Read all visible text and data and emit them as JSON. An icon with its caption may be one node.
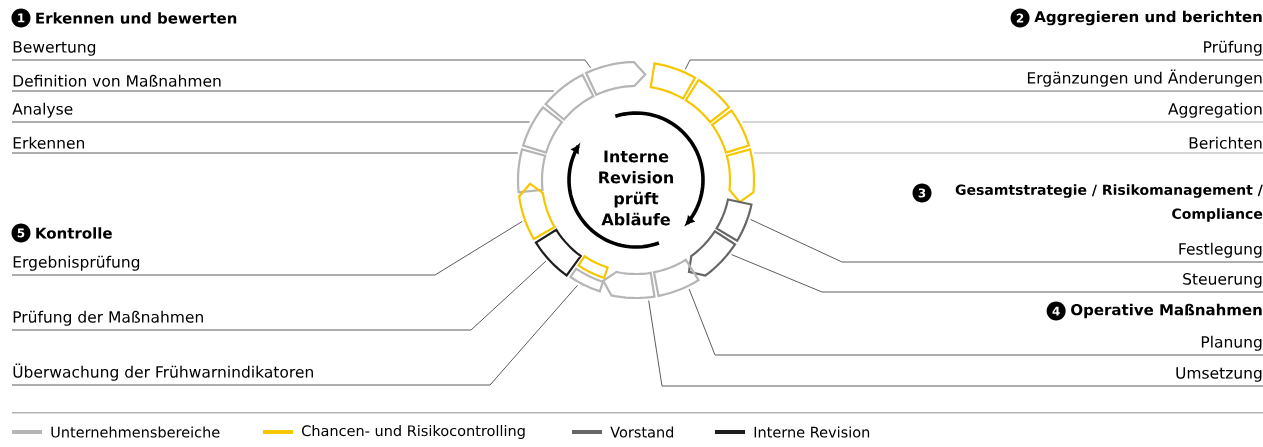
{
  "diagram": {
    "nodes": [
      {
        "text": [
          "1"
        ],
        "beside": [
          "Erkennen und bewerten"
        ]
      },
      {
        "text": [
          "Bewertung"
        ]
      },
      {
        "text": [
          "Definition von Maßnahmen"
        ]
      },
      {
        "text": [
          "Analyse"
        ]
      },
      {
        "text": [
          "Erkennen"
        ]
      },
      {
        "text": [
          "2"
        ],
        "beside": [
          "Aggregieren und berichten"
        ]
      },
      {
        "text": [
          "Prüfung"
        ]
      },
      {
        "text": [
          "Ergänzungen und Änderungen"
        ]
      },
      {
        "text": [
          "Aggregation"
        ]
      },
      {
        "text": [
          "Berichten"
        ]
      },
      {
        "text": [],
        "shape": "chevron"
      },
      {
        "text": [],
        "shape": "arc"
      },
      {
        "text": [],
        "shape": "arc"
      },
      {
        "text": [],
        "shape": "arc"
      },
      {
        "text": [],
        "shape": "arc"
      },
      {
        "text": [],
        "shape": "arc"
      },
      {
        "text": [],
        "shape": "arc"
      },
      {
        "text": [],
        "shape": "chevron"
      },
      {
        "text": [
          "3"
        ],
        "beside": [
          "Gesamtstrategie / Risikomanagement / Compliance"
        ]
      },
      {
        "text": [],
        "shape": "arc"
      },
      {
        "text": [],
        "shape": "chevron"
      },
      {
        "text": [
          "Festlegung"
        ]
      },
      {
        "text": [
          "Steuerung"
        ]
      },
      {
        "text": [
          "4"
        ],
        "beside": [
          "Operative Maßnahmen"
        ]
      },
      {
        "text": [
          "Planung"
        ]
      },
      {
        "text": [
          "Umsetzung"
        ]
      },
      {
        "text": [],
        "shape": "arc"
      },
      {
        "text": [],
        "shape": "chevron"
      },
      {
        "text": [
          "5"
        ],
        "beside": [
          "Kontrolle"
        ]
      },
      {
        "text": [
          "Ergebnisprüfung"
        ]
      },
      {
        "text": [
          "Prüfung der Maßnahmen"
        ]
      },
      {
        "text": [
          "Überwachung der Frühwarnindikatoren"
        ]
      },
      {
        "text": [],
        "shape": "chevron"
      },
      {
        "text": [],
        "shape": "arc"
      },
      {
        "text": [],
        "shape": "arc"
      },
      {
        "text": [],
        "shape": "arc"
      }
    ],
    "edges": [
      {
        "from": 1,
        "to": 10,
        "arrow": "none"
      },
      {
        "from": 2,
        "to": 11,
        "arrow": "none"
      },
      {
        "from": 3,
        "to": 12,
        "arrow": "none"
      },
      {
        "from": 4,
        "to": 13,
        "arrow": "none"
      },
      {
        "from": 6,
        "to": 14,
        "arrow": "none"
      },
      {
        "from": 7,
        "to": 15,
        "arrow": "none"
      },
      {
        "from": 8,
        "to": 16,
        "arrow": "none"
      },
      {
        "from": 9,
        "to": 17,
        "arrow": "none"
      },
      {
        "from": 21,
        "to": 19,
        "arrow": "none"
      },
      {
        "from": 22,
        "to": 20,
        "arrow": "none"
      },
      {
        "from": 24,
        "to": 26,
        "arrow": "none"
      },
      {
        "from": 25,
        "to": 27,
        "arrow": "none"
      },
      {
        "from": 29,
        "to": 32,
        "arrow": "none"
      },
      {
        "from": 30,
        "to": 33,
        "arrow": "none"
      },
      {
        "from": 31,
        "to": 35,
        "arrow": "none"
      }
    ],
    "labels": [
      "Interne Revision prüft Abläufe"
    ],
    "legend": [
      {
        "text": "Unternehmensbereiche",
        "color": "#b5b5b5"
      },
      {
        "text": "Chancen- und Risikocontrolling",
        "color": "#f6c700"
      },
      {
        "text": "Vorstand",
        "color": "#666666"
      },
      {
        "text": "Interne Revision",
        "color": "#1e1e1e"
      }
    ]
  }
}
